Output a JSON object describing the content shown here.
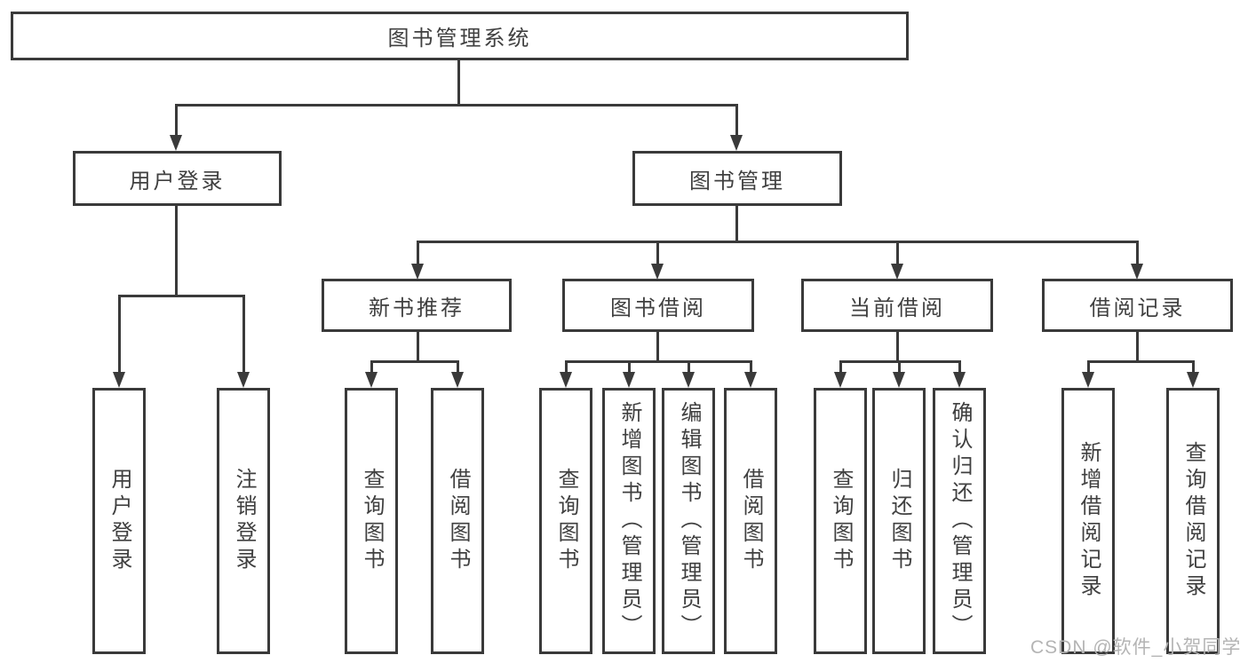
{
  "tree": {
    "root": {
      "label": "图书管理系统",
      "children": [
        {
          "label": "用户登录",
          "children": [
            {
              "label": "用户登录"
            },
            {
              "label": "注销登录"
            }
          ]
        },
        {
          "label": "图书管理",
          "children": [
            {
              "label": "新书推荐",
              "children": [
                {
                  "label": "查询图书"
                },
                {
                  "label": "借阅图书"
                }
              ]
            },
            {
              "label": "图书借阅",
              "children": [
                {
                  "label": "查询图书"
                },
                {
                  "label": "新增图书（管理员）"
                },
                {
                  "label": "编辑图书（管理员）"
                },
                {
                  "label": "借阅图书"
                }
              ]
            },
            {
              "label": "当前借阅",
              "children": [
                {
                  "label": "查询图书"
                },
                {
                  "label": "归还图书"
                },
                {
                  "label": "确认归还（管理员）"
                }
              ]
            },
            {
              "label": "借阅记录",
              "children": [
                {
                  "label": "新增借阅记录"
                },
                {
                  "label": "查询借阅记录"
                }
              ]
            }
          ]
        }
      ]
    }
  },
  "watermark": {
    "text": "CSDN @软件_小贺同学"
  },
  "colors": {
    "line": "#3a3a3a",
    "border": "#3a3a3a",
    "text": "#404040",
    "watermark": "#b4b4b4",
    "bg": "#ffffff"
  }
}
